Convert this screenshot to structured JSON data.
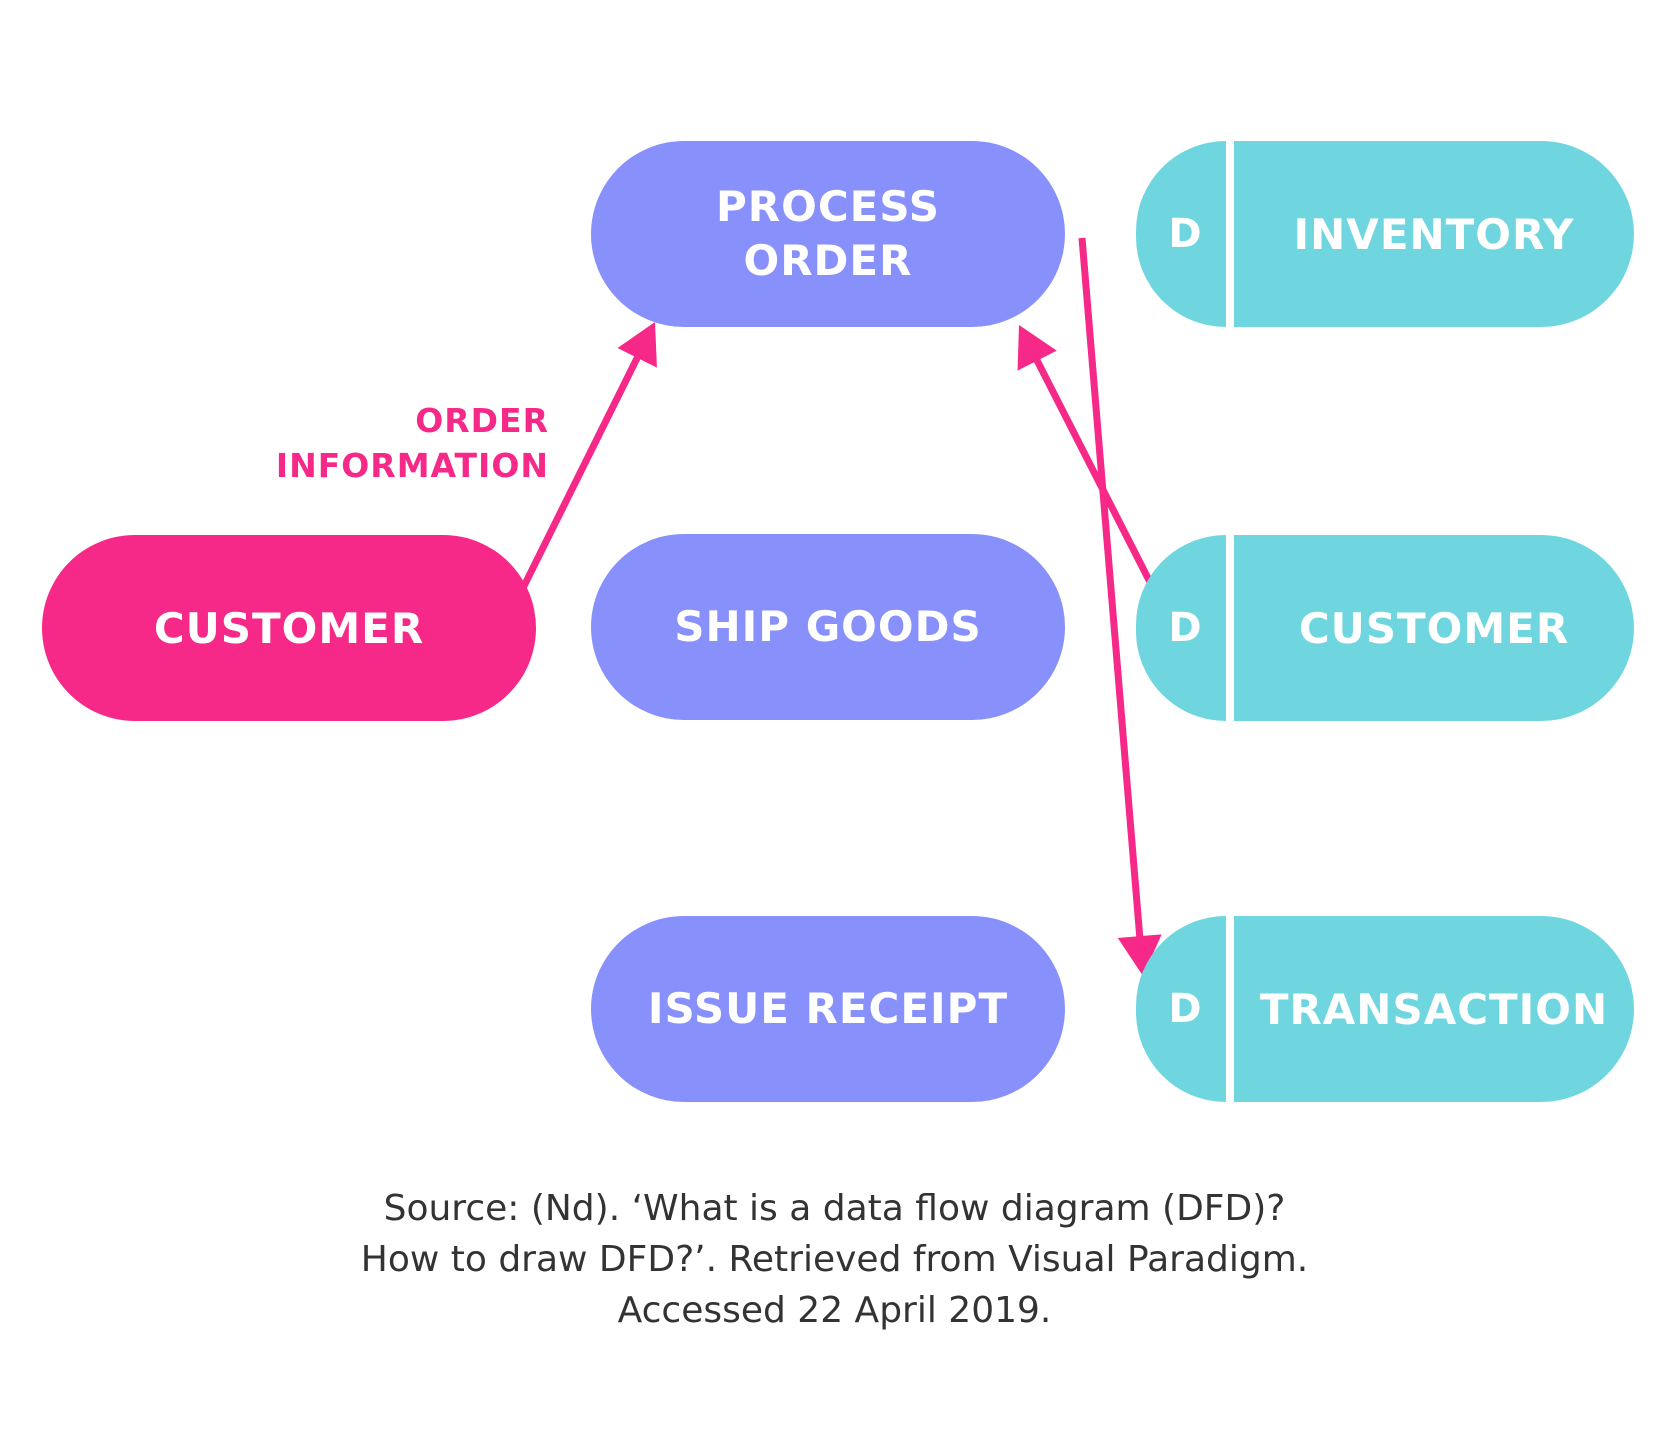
{
  "colors": {
    "process": "#8890fc",
    "external_entity": "#f62888",
    "data_store": "#6fd6e0",
    "flow": "#f62888",
    "text_light": "#ffffff",
    "source_text": "#333333"
  },
  "processes": [
    {
      "id": "process-order",
      "lines": [
        "PROCESS",
        "ORDER"
      ]
    },
    {
      "id": "ship-goods",
      "lines": [
        "SHIP GOODS"
      ]
    },
    {
      "id": "issue-receipt",
      "lines": [
        "ISSUE RECEIPT"
      ]
    }
  ],
  "external_entities": [
    {
      "id": "customer-entity",
      "label": "CUSTOMER"
    }
  ],
  "data_stores": [
    {
      "id": "inventory",
      "prefix": "D",
      "label": "INVENTORY"
    },
    {
      "id": "customer-store",
      "prefix": "D",
      "label": "CUSTOMER"
    },
    {
      "id": "transaction",
      "prefix": "D",
      "label": "TRANSACTION"
    }
  ],
  "flows": [
    {
      "from": "customer-entity",
      "to": "process-order",
      "label_lines": [
        "ORDER",
        "INFORMATION"
      ]
    },
    {
      "from": "customer-store",
      "to": "process-order",
      "label_lines": []
    },
    {
      "from": "process-order",
      "to": "transaction",
      "label_lines": []
    }
  ],
  "source": {
    "lines": [
      "Source: (Nd). ‘What is a data flow diagram (DFD)?",
      "How to draw DFD?’. Retrieved from Visual Paradigm.",
      "Accessed 22 April 2019."
    ]
  }
}
